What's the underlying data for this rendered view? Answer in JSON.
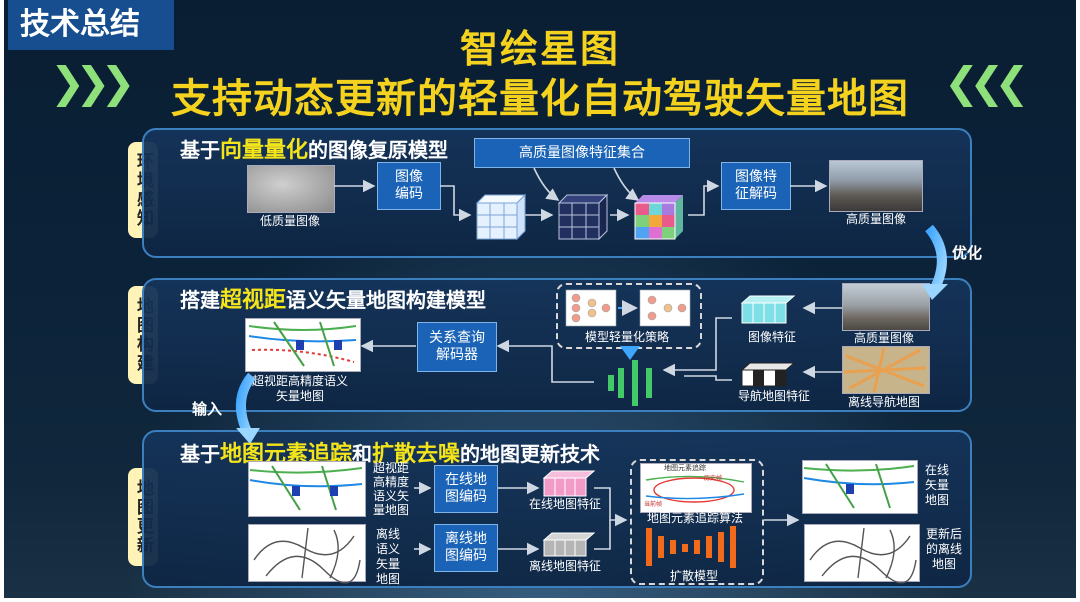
{
  "badge": "技术总结",
  "title": {
    "line1": "智绘星图",
    "line2": "支持动态更新的轻量化自动驾驶矢量地图"
  },
  "tags": {
    "sense": "环境感知",
    "build": "地图构建",
    "update": "地图更新"
  },
  "panel1": {
    "title_pre": "基于",
    "title_hl": "向量量化",
    "title_post": "的图像复原模型",
    "low_img": "低质量图像",
    "encode": "图像编码",
    "feature_set": "高质量图像特征集合",
    "decode": "图像特征解码",
    "high_img": "高质量图像"
  },
  "optimize": "优化",
  "panel2": {
    "title_pre": "搭建",
    "title_hl": "超视距",
    "title_post": "语义矢量地图构建模型",
    "map_label": "超视距高精度语义矢量地图",
    "decoder": "关系查询解码器",
    "lightweight": "模型轻量化策略",
    "img_feature": "图像特征",
    "high_img": "高质量图像",
    "nav_feature": "导航地图特征",
    "offline_nav": "离线导航地图"
  },
  "input": "输入",
  "panel3": {
    "title_pre1": "基于",
    "title_hl1": "地图元素追踪",
    "title_mid": "和",
    "title_hl2": "扩散去噪",
    "title_post": "的地图更新技术",
    "map1_label": "超视距高精度语义矢量地图",
    "online_encode": "在线地图编码",
    "online_feature": "在线地图特征",
    "tracking_algo": "地图元素追踪算法",
    "diffusion": "扩散模型",
    "online_map": "在线矢量地图",
    "map2_label": "离线语义矢量地图",
    "offline_encode": "离线地图编码",
    "offline_feature": "离线地图特征",
    "updated_map": "更新后的离线地图",
    "inner_title": "地图元素追踪",
    "inner_tag": "历史帧",
    "inner_tag2": "当前帧"
  },
  "colors": {
    "accent": "#f4d21e",
    "highlight": "#f4e41a",
    "box": "#1a63b6",
    "panel_border": "#3c7fbf",
    "arrow": "#8ee07a"
  }
}
